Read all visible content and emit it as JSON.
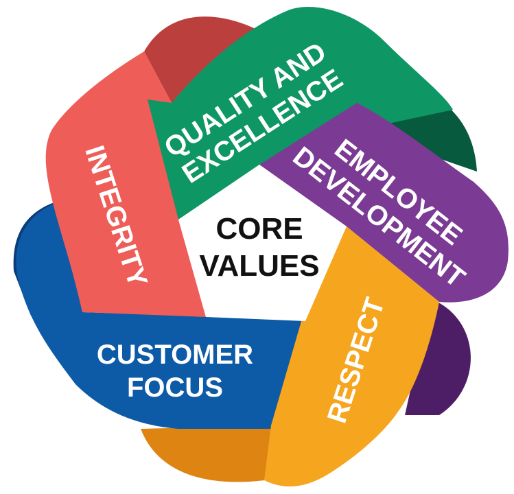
{
  "center": {
    "line1": "CORE",
    "line2": "VALUES"
  },
  "bands": [
    {
      "id": "quality",
      "line1": "QUALITY AND",
      "line2": "EXCELLENCE",
      "color": "#0f9665",
      "shade": "#075a3d"
    },
    {
      "id": "employee",
      "line1": "EMPLOYEE",
      "line2": "DEVELOPMENT",
      "color": "#7b3a94",
      "shade": "#4d1e66"
    },
    {
      "id": "respect",
      "line1": "RESPECT",
      "color": "#f6a51e",
      "shade": "#de8412"
    },
    {
      "id": "customer",
      "line1": "CUSTOMER",
      "line2": "FOCUS",
      "color": "#0d5aa7",
      "shade": "#0a3d7a"
    },
    {
      "id": "integrity",
      "line1": "INTEGRITY",
      "color": "#ee5d57",
      "shade": "#bb3f3c"
    }
  ]
}
